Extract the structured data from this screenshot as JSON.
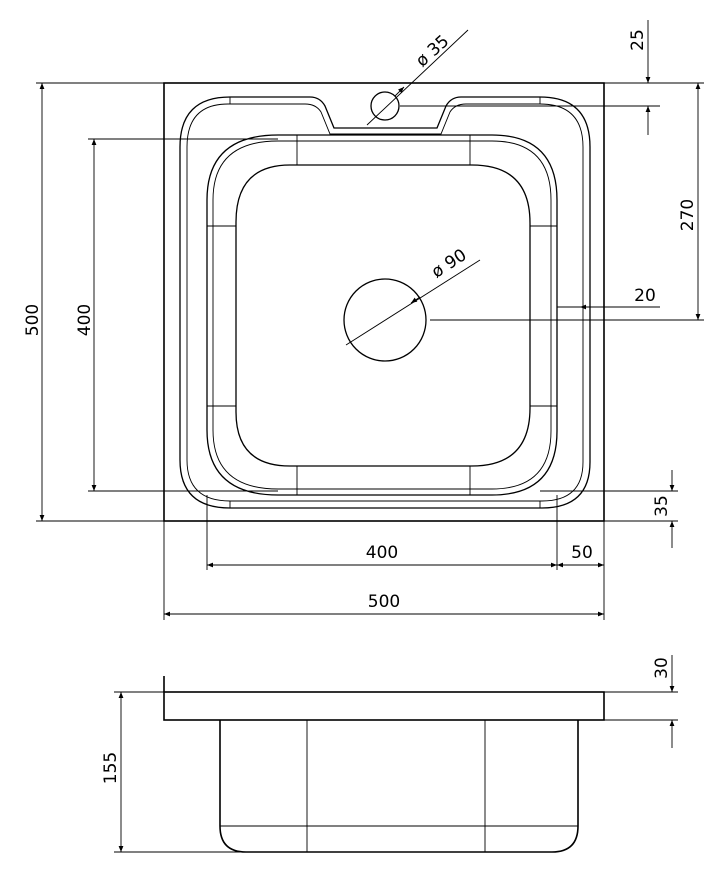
{
  "drawing": {
    "top_view": {
      "overall_width": "500",
      "overall_height": "500",
      "bowl_width": "400",
      "bowl_height": "400",
      "right_margin": "50",
      "bottom_margin": "35",
      "tap_hole_diameter": "ø 35",
      "drain_diameter": "ø 90",
      "tap_hole_offset_top": "25",
      "drain_offset_top": "270",
      "rim_width": "20"
    },
    "side_view": {
      "rim_thickness": "30",
      "bowl_depth": "155"
    }
  }
}
